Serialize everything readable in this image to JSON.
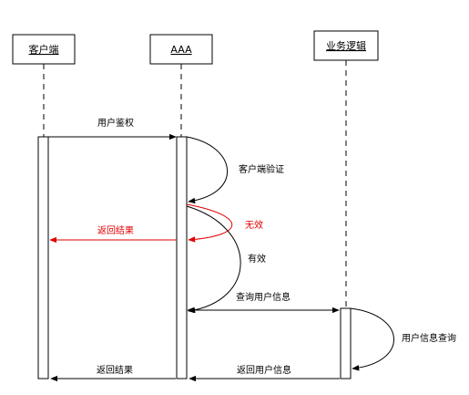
{
  "participants": {
    "client": "客户端",
    "aaa": "AAA",
    "business": "业务逻辑"
  },
  "messages": {
    "user_auth": "用户鉴权",
    "client_verify": "客户端验证",
    "invalid": "无效",
    "return_result_red": "返回结果",
    "valid": "有效",
    "query_user_info": "查询用户信息",
    "user_info_query": "用户信息查询",
    "return_result": "返回结果",
    "return_user_info": "返回用户信息"
  },
  "colors": {
    "line": "#000000",
    "highlight": "#ff0000",
    "fill": "#ffffff"
  }
}
